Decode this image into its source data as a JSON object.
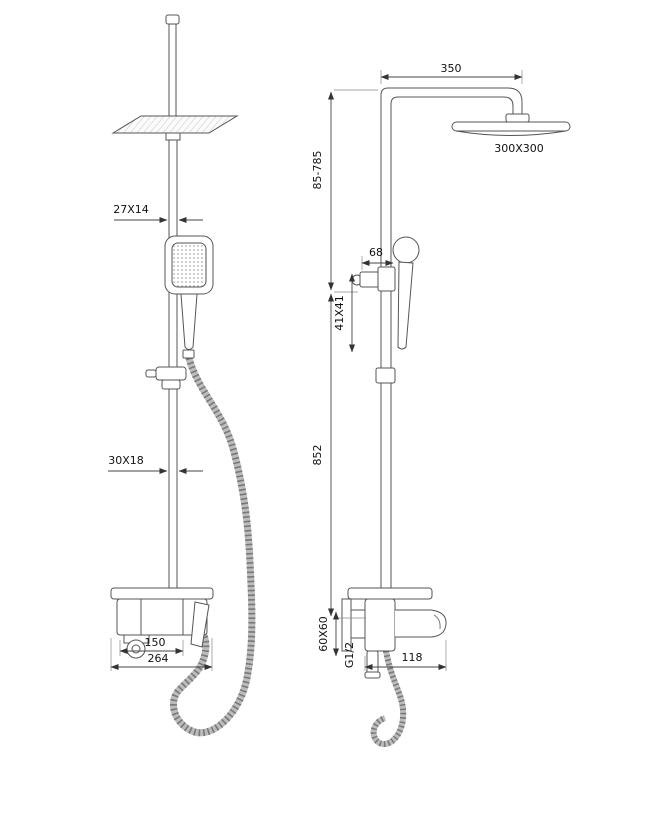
{
  "drawing": {
    "dimensions": {
      "bar_section": "27X14",
      "slider_section": "30X18",
      "spout_center": "150",
      "body_width": "264",
      "arm_length": "350",
      "head_size": "300X300",
      "height_range": "85-785",
      "holder_offset": "68",
      "holder_section": "41X41",
      "column_height": "852",
      "body_section": "60X60",
      "inlet_thread": "G1/2",
      "spout_reach": "118"
    },
    "colors": {
      "line": "#555555",
      "dimension_line": "#444444",
      "text": "#111111",
      "background": "#ffffff"
    }
  }
}
